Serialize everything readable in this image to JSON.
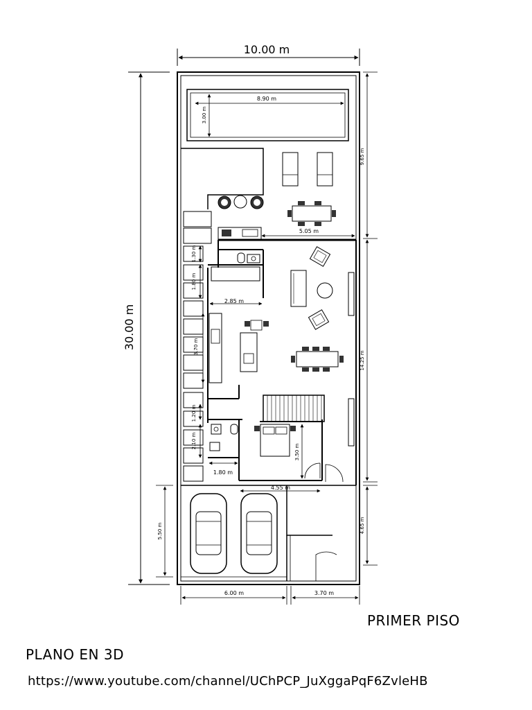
{
  "drawing": {
    "sheet_title": "PRIMER PISO",
    "model_label": "PLANO EN 3D",
    "source_url": "https://www.youtube.com/channel/UChPCP_JuXggaPqF6ZvleHB"
  },
  "dimensions": {
    "overall_width": "10.00 m",
    "overall_length": "30.00 m",
    "pool_length": "8.90 m",
    "pool_width": "3.00 m",
    "terrace_depth": "9.65 m",
    "terrace_width": "5.05 m",
    "living_depth": "14.25 m",
    "garage_depth": "5.50 m",
    "entry_depth": "4.65 m",
    "garage_width": "6.00 m",
    "entry_width": "3.70 m",
    "laundry_depth": "1.30 m",
    "storage_depth": "1.80 m",
    "kitchen_width": "2.85 m",
    "kitchen_depth": "3.70 m",
    "hall_depth": "1.20 m",
    "bath_depth": "2.10 m",
    "bath_width": "1.80 m",
    "bedroom_depth": "3.50 m",
    "bedroom_width": "4.55 m"
  }
}
